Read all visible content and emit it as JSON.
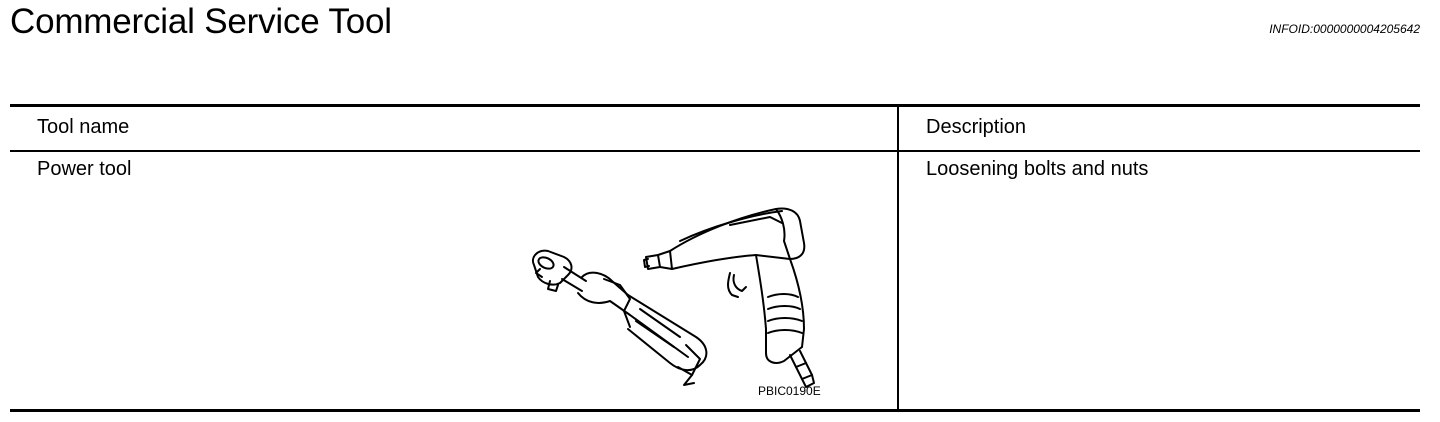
{
  "document": {
    "title": "Commercial Service Tool",
    "info_id": "INFOID:0000000004205642"
  },
  "table": {
    "headers": {
      "tool_name": "Tool name",
      "description": "Description"
    },
    "rows": [
      {
        "tool_name": "Power tool",
        "description": "Loosening bolts and nuts",
        "figure_code": "PBIC0190E",
        "illustration": [
          "ratchet-wrench-icon",
          "impact-wrench-icon"
        ]
      }
    ]
  }
}
